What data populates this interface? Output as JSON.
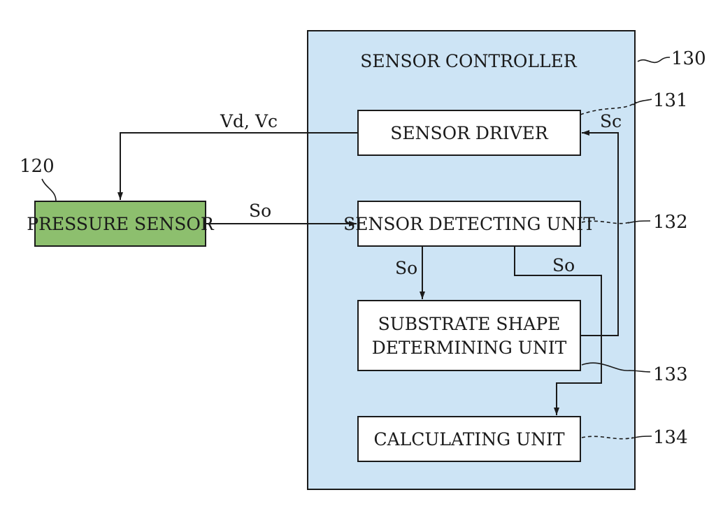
{
  "controller": {
    "title": "SENSOR CONTROLLER",
    "ref": "130",
    "fill": "#cde4f5"
  },
  "pressure_sensor": {
    "label": "PRESSURE SENSOR",
    "ref": "120",
    "fill": "#8dbf6e"
  },
  "units": {
    "driver": {
      "label": "SENSOR DRIVER",
      "ref": "131"
    },
    "detecting": {
      "label": "SENSOR DETECTING UNIT",
      "ref": "132"
    },
    "shape": {
      "label_line1": "SUBSTRATE SHAPE",
      "label_line2": "DETERMINING UNIT",
      "ref": "133"
    },
    "calculating": {
      "label": "CALCULATING UNIT",
      "ref": "134"
    }
  },
  "signals": {
    "vd_vc": "Vd, Vc",
    "so_in": "So",
    "so_down": "So",
    "so_right": "So",
    "sc": "Sc"
  }
}
